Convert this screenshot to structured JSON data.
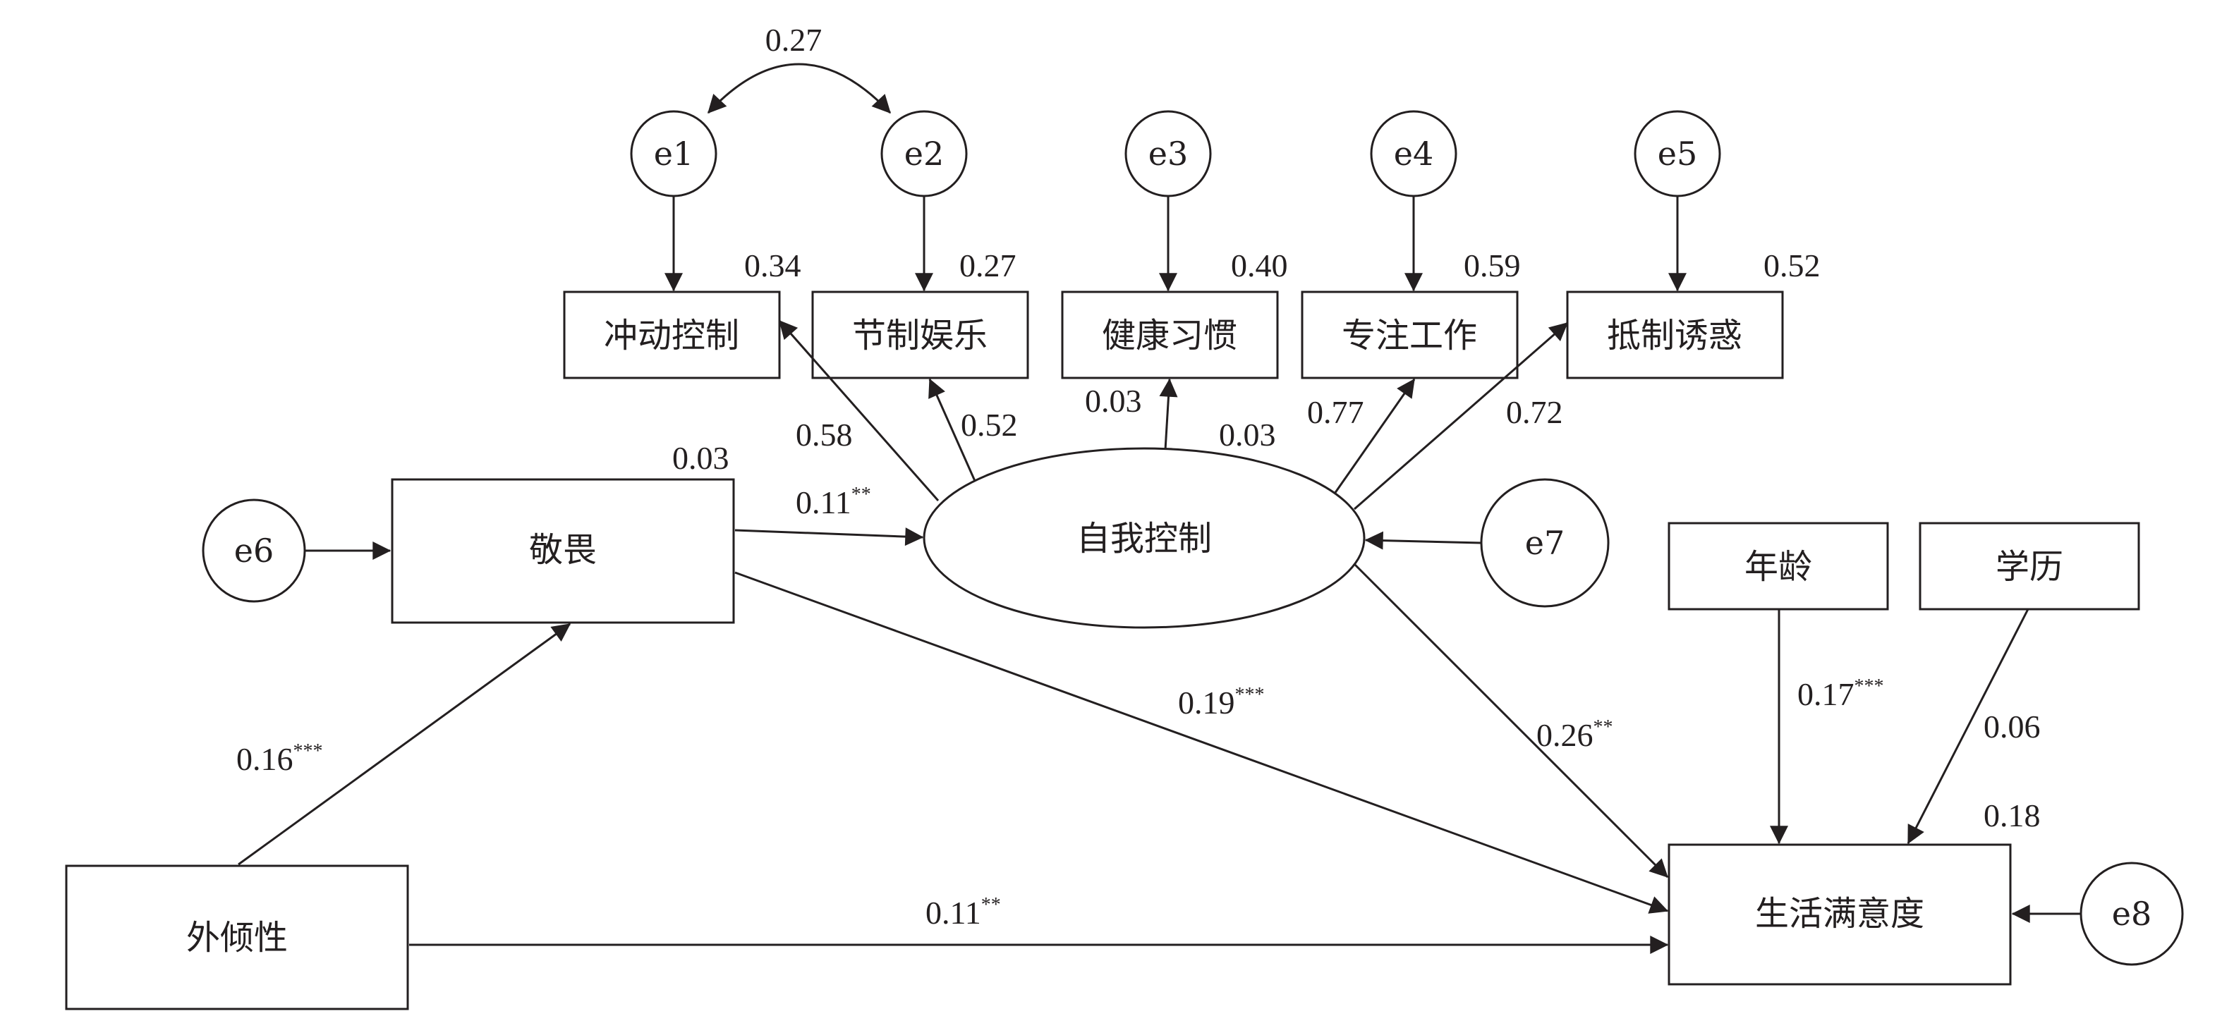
{
  "nodes": {
    "impulse_control": "冲动控制",
    "moderate_entertainment": "节制娱乐",
    "healthy_habits": "健康习惯",
    "focus_work": "专注工作",
    "resist_temptation": "抵制诱惑",
    "self_control": "自我控制",
    "awe": "敬畏",
    "extraversion": "外倾性",
    "life_satisfaction": "生活满意度",
    "age": "年龄",
    "education": "学历"
  },
  "errors": {
    "e1": "e1",
    "e2": "e2",
    "e3": "e3",
    "e4": "e4",
    "e5": "e5",
    "e6": "e6",
    "e7": "e7",
    "e8": "e8"
  },
  "coefficients": {
    "cov_e1_e2": "0.27",
    "r2_impulse": "0.34",
    "r2_entertainment": "0.27",
    "r2_health": "0.40",
    "r2_focus": "0.59",
    "r2_resist": "0.52",
    "load_impulse": "0.58",
    "load_entertainment": "0.52",
    "load_health": "0.03",
    "load_focus": "0.77",
    "load_resist": "0.72",
    "r2_self_control": "0.03",
    "r2_awe": "0.03",
    "r2_life_sat": "0.18",
    "path_awe_selfctrl": {
      "value": "0.11",
      "sig": "**"
    },
    "path_extra_awe": {
      "value": "0.16",
      "sig": "***"
    },
    "path_awe_lifesat": {
      "value": "0.19",
      "sig": "***"
    },
    "path_selfctrl_lifesat": {
      "value": "0.26",
      "sig": "**"
    },
    "path_extra_lifesat": {
      "value": "0.11",
      "sig": "**"
    },
    "path_age_lifesat": {
      "value": "0.17",
      "sig": "***"
    },
    "path_edu_lifesat": "0.06"
  }
}
